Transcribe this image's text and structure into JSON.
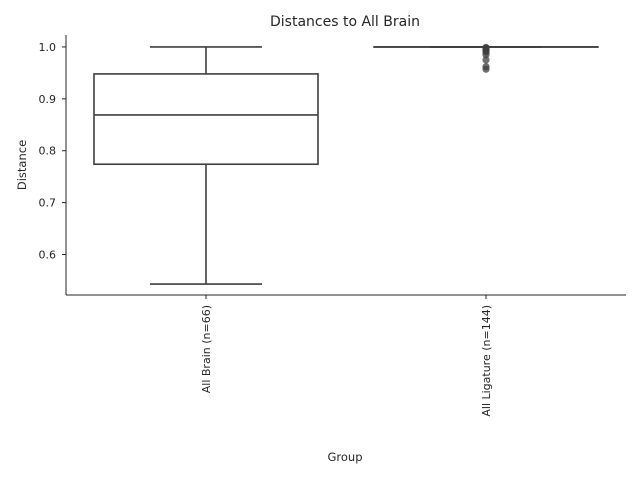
{
  "chart_data": {
    "type": "box",
    "title": "Distances to All Brain",
    "xlabel": "Group",
    "ylabel": "Distance",
    "ylim": [
      0.522,
      1.023
    ],
    "yticks": [
      0.6,
      0.7,
      0.8,
      0.9,
      1.0
    ],
    "ytick_labels": [
      "0.6",
      "0.7",
      "0.8",
      "0.9",
      "1.0"
    ],
    "categories": [
      "All Brain (n=66)",
      "All Ligature (n=144)"
    ],
    "boxes": [
      {
        "label": "All Brain (n=66)",
        "whisker_low": 0.543,
        "q1": 0.774,
        "median": 0.869,
        "q3": 0.948,
        "whisker_high": 1.0,
        "outliers": []
      },
      {
        "label": "All Ligature (n=144)",
        "whisker_low": 1.0,
        "q1": 1.0,
        "median": 1.0,
        "q3": 1.0,
        "whisker_high": 1.0,
        "outliers": [
          0.999,
          0.998,
          0.997,
          0.995,
          0.993,
          0.99,
          0.985,
          0.975,
          0.962,
          0.957
        ]
      }
    ],
    "grid": false,
    "colors": {
      "line": "#3f3f3f",
      "outlier": "#3f3f3f",
      "axis": "#262626"
    }
  }
}
